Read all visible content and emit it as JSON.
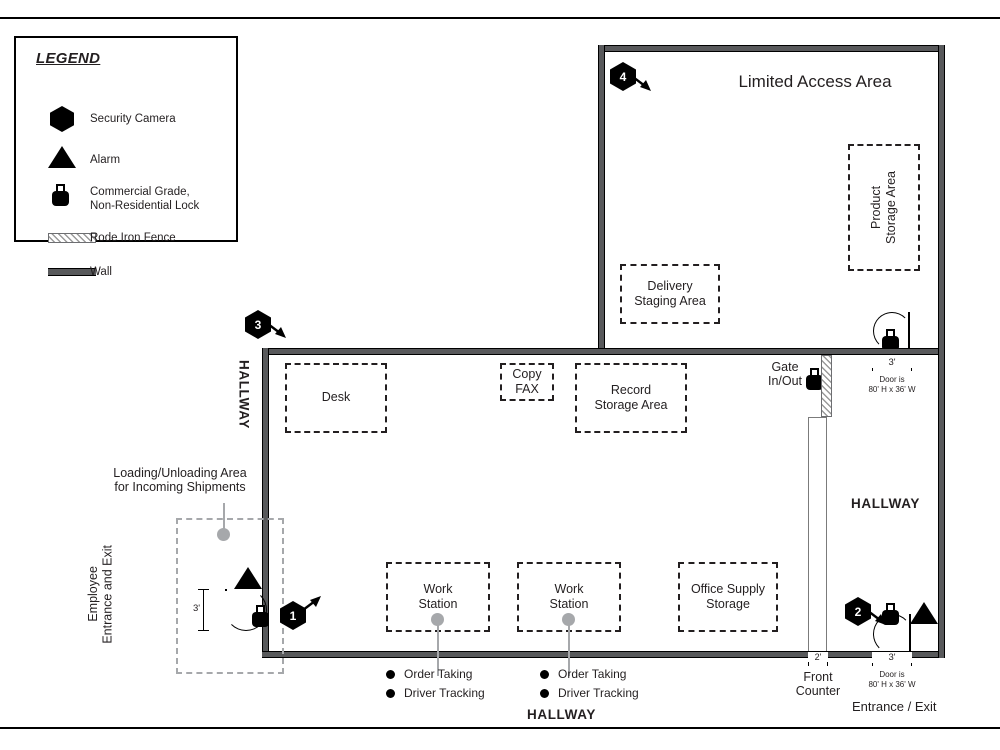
{
  "legend": {
    "title": "LEGEND",
    "items": [
      {
        "icon": "hexagon-icon",
        "label": "Security Camera"
      },
      {
        "icon": "triangle-icon",
        "label": "Alarm"
      },
      {
        "icon": "lock-icon",
        "label": "Commercial Grade,\nNon-Residential Lock"
      },
      {
        "icon": "hatched-bar-icon",
        "label": "Rode Iron Fence"
      },
      {
        "icon": "solid-bar-icon",
        "label": "Wall"
      }
    ]
  },
  "rooms": {
    "limited_access_area": "Limited Access Area",
    "product_storage_area": "Product\nStorage Area",
    "delivery_staging_area": "Delivery\nStaging Area",
    "desk": "Desk",
    "copy_fax": "Copy\nFAX",
    "record_storage_area": "Record\nStorage Area",
    "work_station_1": "Work\nStation",
    "work_station_2": "Work\nStation",
    "office_supply_storage": "Office Supply\nStorage",
    "loading_area": "Loading/Unloading Area\nfor Incoming Shipments",
    "employee_entrance": "Employee\nEntrance and Exit"
  },
  "labels": {
    "hallway_left": "HALLWAY",
    "hallway_right": "HALLWAY",
    "hallway_bottom": "HALLWAY",
    "gate": "Gate\nIn/Out",
    "front_counter": "Front\nCounter",
    "entrance_exit": "Entrance / Exit"
  },
  "cameras": [
    {
      "number": "1"
    },
    {
      "number": "2"
    },
    {
      "number": "3"
    },
    {
      "number": "4"
    }
  ],
  "dimensions": {
    "door_top_right_width": "3'",
    "door_bottom_right_width": "3'",
    "door_employee_width": "3'",
    "front_counter_width": "2'",
    "door_note_top": "Door is\n80' H x 36' W",
    "door_note_bottom": "Door is\n80' H x 36' W"
  },
  "workstation_functions": {
    "station_1": [
      "Order Taking",
      "Driver Tracking"
    ],
    "station_2": [
      "Order Taking",
      "Driver Tracking"
    ]
  },
  "colors": {
    "wall": "#58595b",
    "ink": "#231f20",
    "grey_dash": "#a6a8ab",
    "fence": "#9a9a9a"
  }
}
